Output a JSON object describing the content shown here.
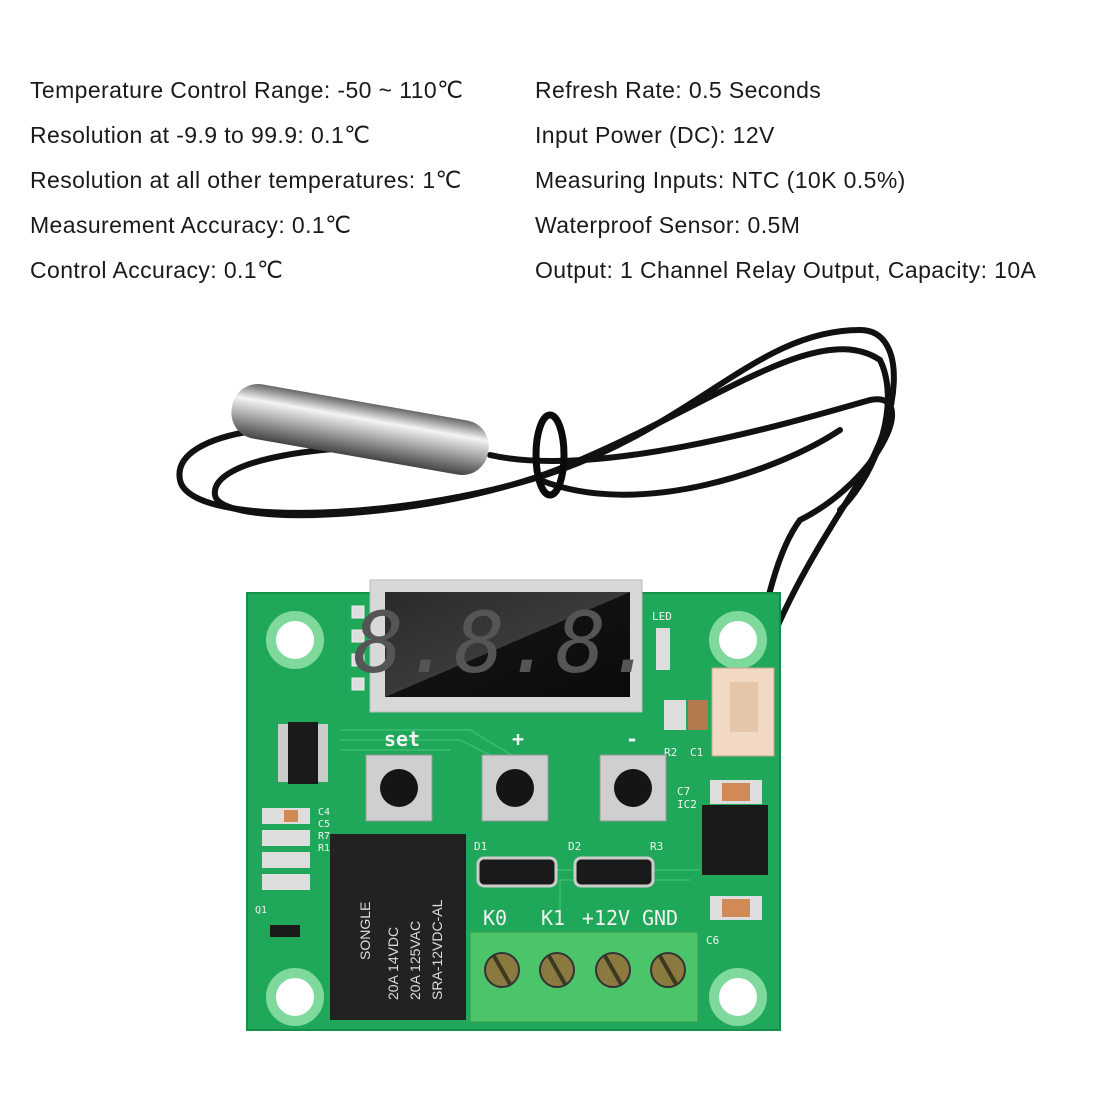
{
  "specs": {
    "left": [
      "Temperature Control Range: -50 ~ 110℃",
      "Resolution at -9.9 to 99.9: 0.1℃",
      "Resolution at all other temperatures: 1℃",
      "Measurement Accuracy: 0.1℃",
      "Control Accuracy: 0.1℃"
    ],
    "right": [
      "Refresh Rate: 0.5 Seconds",
      "Input Power (DC): 12V",
      "Measuring Inputs: NTC (10K 0.5%)",
      "Waterproof Sensor: 0.5M",
      "Output: 1 Channel Relay Output, Capacity: 10A"
    ]
  },
  "board": {
    "display": "8.8.8.",
    "buttons": [
      "set",
      "+",
      "-"
    ],
    "terminals": [
      "K0",
      "K1",
      "+12V",
      "GND"
    ],
    "silkscreen": {
      "led": "LED",
      "r2": "R2",
      "c1": "C1",
      "c7": "C7",
      "ic2": "IC2",
      "c4": "C4",
      "c5": "C5",
      "r7": "R7",
      "r1": "R1",
      "q1": "Q1",
      "d1": "D1",
      "d2": "D2",
      "r3": "R3",
      "c6": "C6"
    },
    "relay": {
      "brand": "SONGLE",
      "line1": "20A 14VDC",
      "line2": "20A 125VAC",
      "model": "SRA-12VDC-AL"
    },
    "colors": {
      "pcb": "#1fa85a",
      "terminal": "#4cc46a",
      "cable": "#111111",
      "relay": "#222222"
    }
  }
}
